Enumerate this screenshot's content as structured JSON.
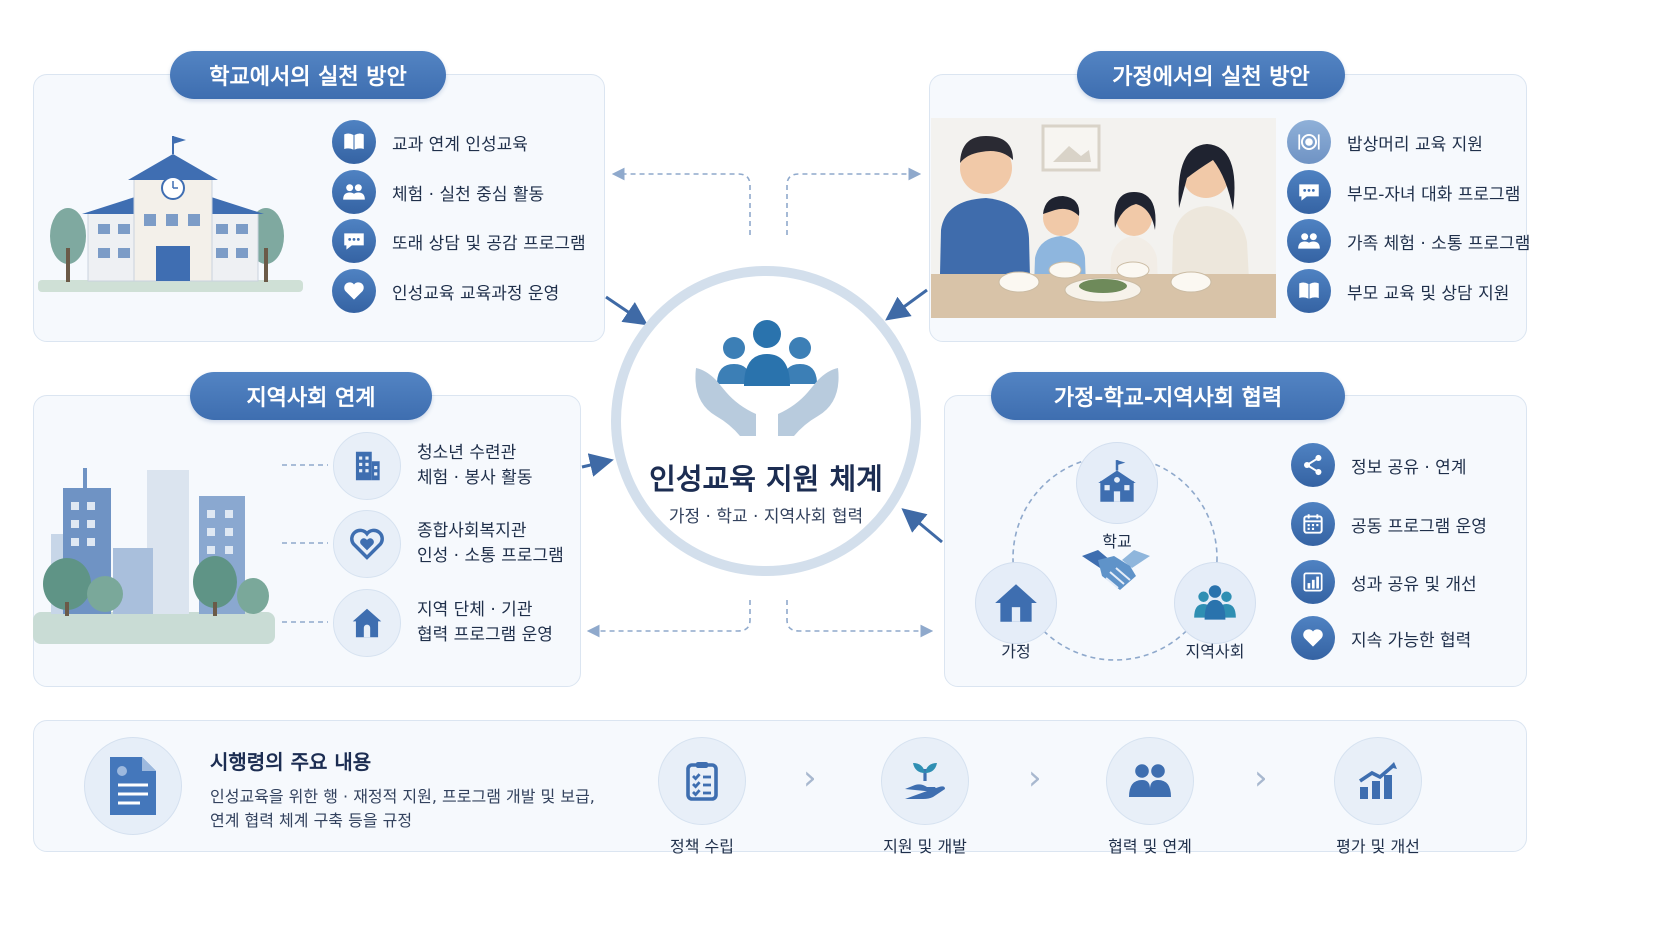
{
  "school": {
    "title": "학교에서의 실천 방안",
    "items": [
      "교과 연계 인성교육",
      "체험 · 실천 중심 활동",
      "또래 상담 및 공감 프로그램",
      "인성교육 교육과정 운영"
    ]
  },
  "home": {
    "title": "가정에서의 실천 방안",
    "items": [
      "밥상머리 교육 지원",
      "부모-자녀 대화 프로그램",
      "가족 체험 · 소통 프로그램",
      "부모 교육 및 상담 지원"
    ]
  },
  "community": {
    "title": "지역사회 연계",
    "items": [
      {
        "name": "청소년 수련관",
        "desc": "체험 · 봉사 활동"
      },
      {
        "name": "종합사회복지관",
        "desc": "인성 · 소통 프로그램"
      },
      {
        "name": "지역 단체 · 기관",
        "desc": "협력 프로그램 운영"
      }
    ]
  },
  "collab": {
    "title": "가정-학교-지역사회 협력",
    "nodes": {
      "school": "학교",
      "home": "가정",
      "community": "지역사회"
    },
    "items": [
      "정보 공유 · 연계",
      "공동 프로그램 운영",
      "성과 공유 및 개선",
      "지속 가능한 협력"
    ]
  },
  "center": {
    "title": "인성교육 지원 체계",
    "subtitle": "가정 · 학교 · 지역사회 협력"
  },
  "decree": {
    "title": "시행령의 주요 내용",
    "line1": "인성교육을 위한 행 · 재정적 지원, 프로그램 개발 및 보급,",
    "line2": "연계 협력 체계 구축 등을 규정",
    "steps": [
      "정책 수립",
      "지원 및 개발",
      "협력 및 연계",
      "평가 및 개선"
    ]
  },
  "colors": {
    "accent": "#3e6eb0",
    "panel_bg": "#f6f9fd",
    "arrow": "#3f6aa6",
    "teal": "#2f8fb3"
  }
}
